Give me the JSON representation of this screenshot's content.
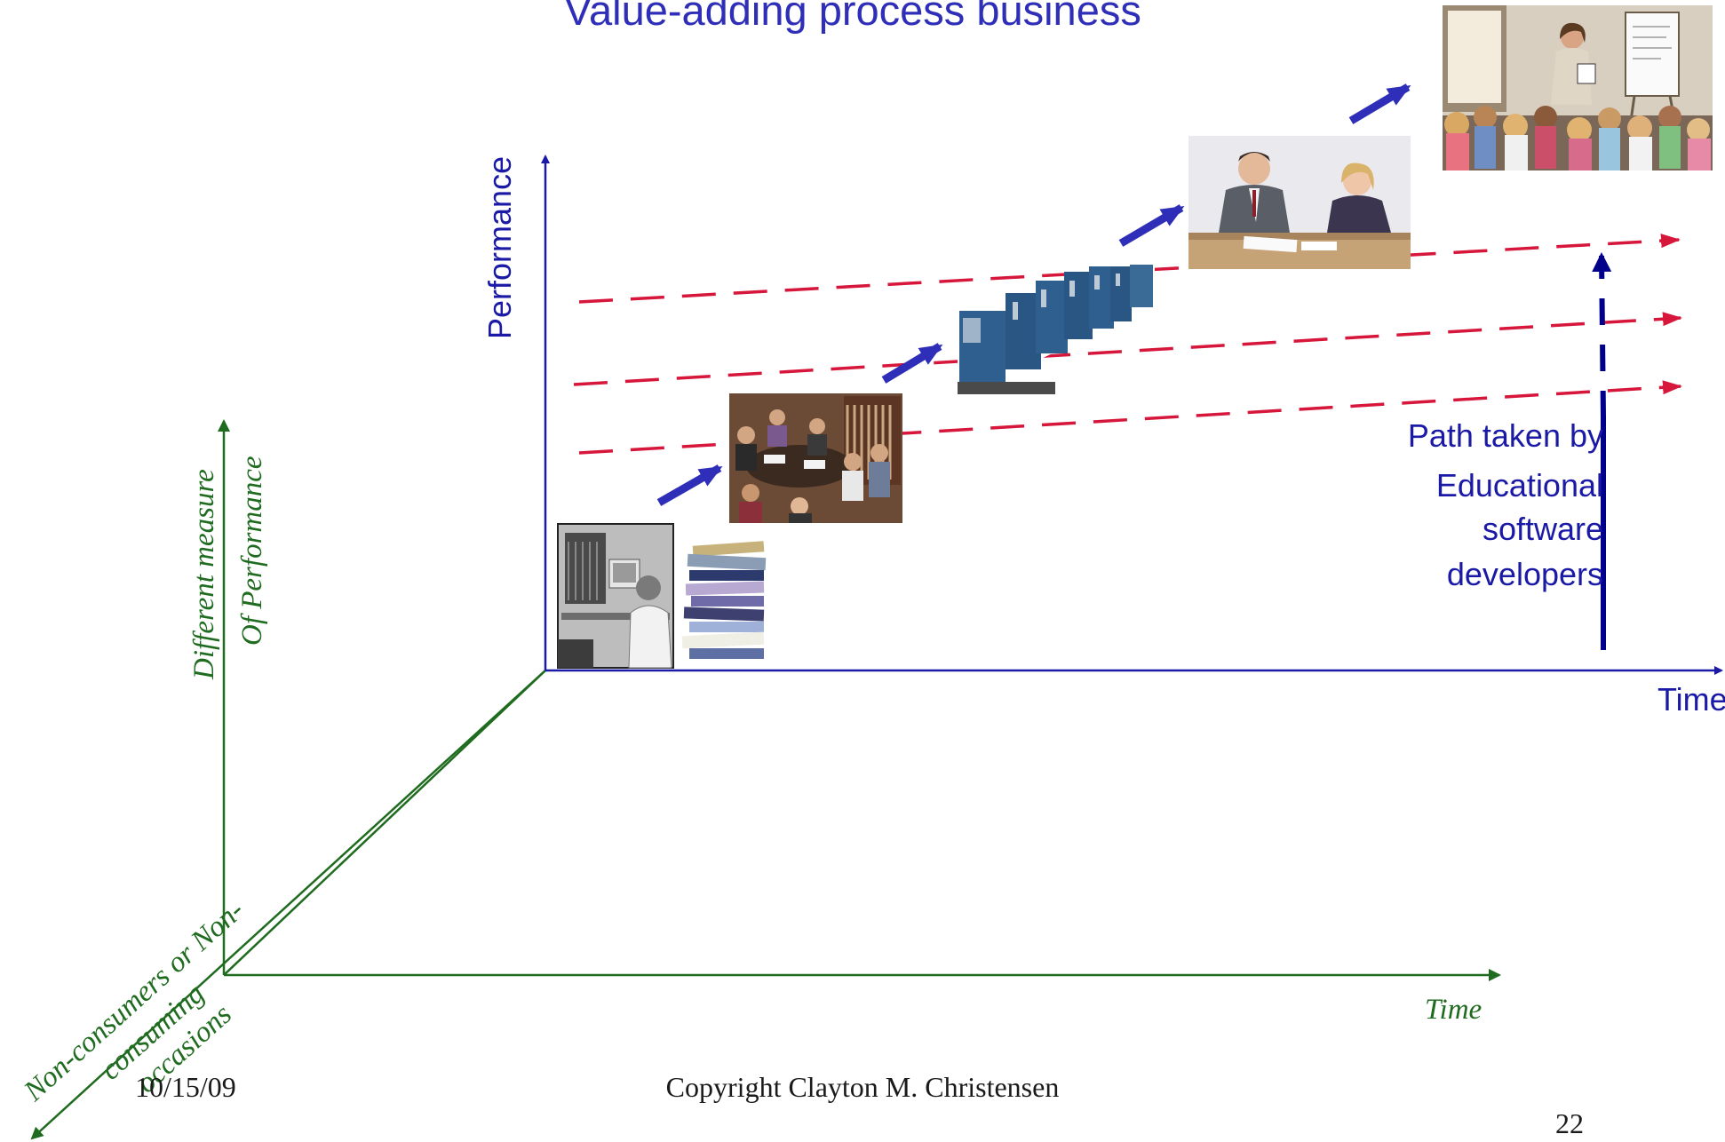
{
  "slide": {
    "title": "Value-adding process business",
    "footer_date": "10/15/09",
    "footer_copyright": "Copyright Clayton M. Christensen",
    "page_number": "22"
  },
  "axes": {
    "front_y_label": "Performance",
    "front_x_label": "Time",
    "back_y_label_line1": "Different measure",
    "back_y_label_line2": "Of Performance",
    "back_x_label": "Time",
    "depth_label_line1": "Non-consumers or Non-",
    "depth_label_line2": "consuming",
    "depth_label_line3": "occasions"
  },
  "annotation": {
    "line1": "Path taken by",
    "line2": "Educational",
    "line3": "software",
    "line4": "developers"
  },
  "colors": {
    "front_axis": "#1a1aa6",
    "back_axis": "#1f6b1f",
    "trajectory": "#d6163a",
    "step_arrow": "#2e2eb8",
    "path_arrow": "#00008b"
  },
  "photos": [
    {
      "icon": "man-at-computer-photo"
    },
    {
      "icon": "stack-of-books-photo"
    },
    {
      "icon": "seminar-group-photo"
    },
    {
      "icon": "printing-press-photo"
    },
    {
      "icon": "business-meeting-photo"
    },
    {
      "icon": "classroom-teacher-photo"
    }
  ]
}
